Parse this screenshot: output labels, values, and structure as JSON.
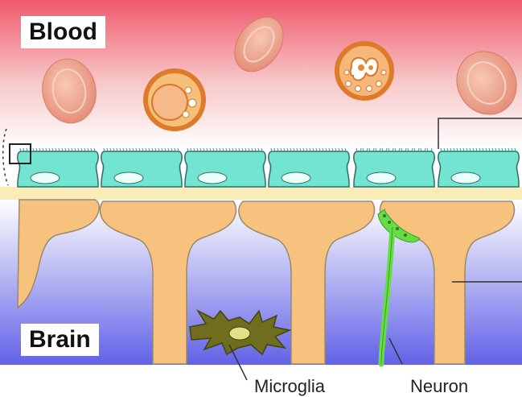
{
  "labels": {
    "blood": "Blood",
    "brain": "Brain",
    "microglia": "Microglia",
    "neuron": "Neuron"
  },
  "colors": {
    "blood_gradient_top": "#f05a6a",
    "blood_gradient_bottom": "#ffffff",
    "brain_gradient_top": "#ffffff",
    "brain_gradient_bottom": "#6a6ae6",
    "endothelium": "#72e3d2",
    "astrocyte": "#f6c07c",
    "red_blood_cell": "#ec9f86",
    "white_blood_cell": "#e88a3a",
    "microglia": "#6f6f1e",
    "neuron": "#66dd44"
  }
}
